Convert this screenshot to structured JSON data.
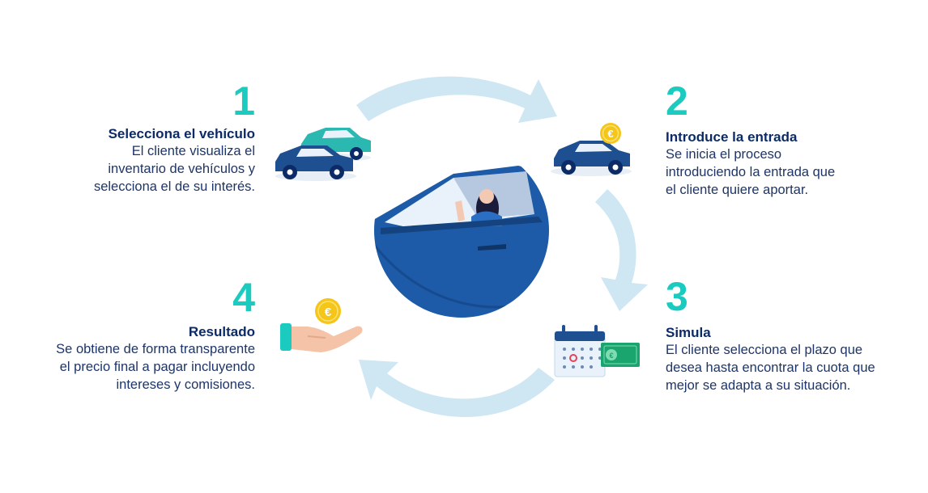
{
  "steps": [
    {
      "number": "1",
      "title": "Selecciona el vehículo",
      "lines": [
        "El cliente visualiza el",
        "inventario de vehículos y",
        "selecciona el de su interés."
      ]
    },
    {
      "number": "2",
      "title": "Introduce la entrada",
      "lines": [
        "Se inicia el proceso",
        "introduciendo la entrada que",
        "el cliente quiere aportar."
      ]
    },
    {
      "number": "3",
      "title": "Simula",
      "lines": [
        "El cliente selecciona el plazo que",
        "desea hasta encontrar la cuota que",
        "mejor se adapta a su situación."
      ]
    },
    {
      "number": "4",
      "title": "Resultado",
      "lines": [
        "Se obtiene de forma transparente",
        "el precio final a pagar incluyendo",
        "intereses y comisiones."
      ]
    }
  ],
  "coin_symbol": "€",
  "icons": [
    "cars-icon",
    "car-coin-icon",
    "calendar-money-icon",
    "hand-coin-icon",
    "driver-car-icon",
    "cycle-arrow-icon"
  ],
  "colors": {
    "accent": "#1ccbc0",
    "navy": "#0c2b66",
    "car_blue": "#1d4f91",
    "arrow": "#cfe6f3",
    "coin": "#f5c518"
  }
}
